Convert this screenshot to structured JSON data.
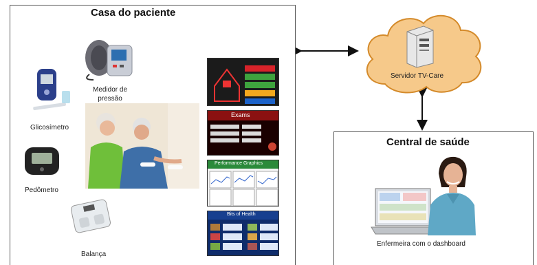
{
  "house": {
    "title": "Casa do paciente"
  },
  "devices": {
    "pressure_monitor": [
      "Medidor de",
      "pressão"
    ],
    "glucometer": "Glicosímetro",
    "pedometer": "Pedômetro",
    "scale": "Balança"
  },
  "screens": {
    "exams_title": "Exams",
    "performance_title": "Performance Graphics",
    "health_title": "Bits of Health"
  },
  "server": {
    "label": "Servidor TV-Care"
  },
  "central": {
    "title": "Central de saúde",
    "nurse_caption": "Enfermeira com o dashboard"
  },
  "colors": {
    "cloud_fill": "#f6c98a",
    "cloud_stroke": "#d48a2a",
    "arrow": "#111111",
    "box_border": "#555555"
  }
}
